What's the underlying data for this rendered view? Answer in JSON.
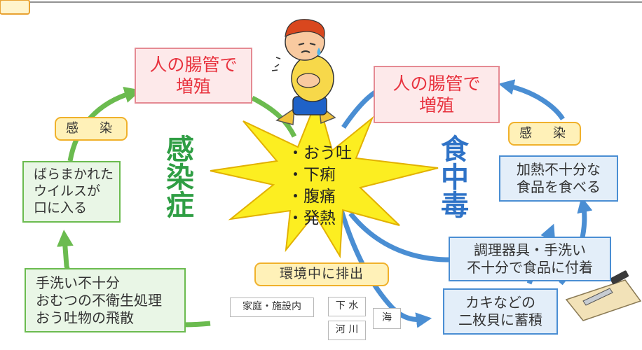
{
  "diagram": {
    "left_title": "感染症",
    "right_title": "食中毒",
    "symptoms": [
      "おう吐",
      "下痢",
      "腹痛",
      "発熱"
    ],
    "left_cycle": {
      "intestine_box": "人の腸管で\n増殖",
      "infection_tag": "感　染",
      "virus_box": "ばらまかれた\nウイルスが\n口に入る",
      "spread_box": "手洗い不十分\nおむつの不衛生処理\nおう吐物の飛散"
    },
    "right_cycle": {
      "intestine_box": "人の腸管で\n増殖",
      "infection_tag": "感　染",
      "undercooked_box": "加熱不十分な\n食品を食べる",
      "utensils_box": "調理器具・手洗い\n不十分で食品に付着",
      "oyster_box": "カキなどの\n二枚貝に蓄積"
    },
    "excretion_label": "環境中に排出",
    "places": {
      "home": "家庭・施設内",
      "sewer": "下 水",
      "river": "河 川",
      "sea": "海"
    },
    "colors": {
      "left_cycle": "#6bbb4f",
      "right_cycle": "#4a8ed3",
      "starburst": "#fcee21",
      "pink_text": "#e8323e"
    }
  }
}
